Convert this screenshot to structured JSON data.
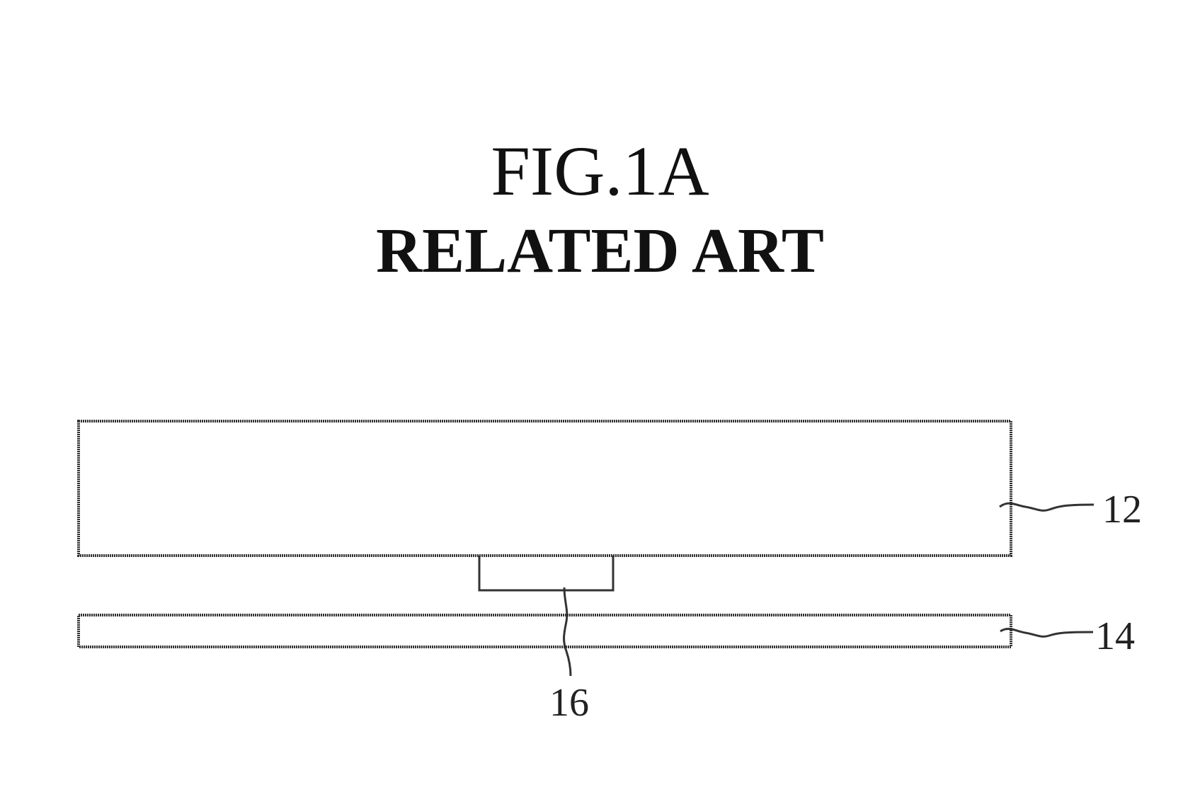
{
  "figure": {
    "number": "FIG.1A",
    "subtitle": "RELATED ART"
  },
  "labels": {
    "upper_plate": "12",
    "lower_plate": "14",
    "spacer": "16"
  },
  "colors": {
    "line": "#333333",
    "background": "#ffffff"
  }
}
